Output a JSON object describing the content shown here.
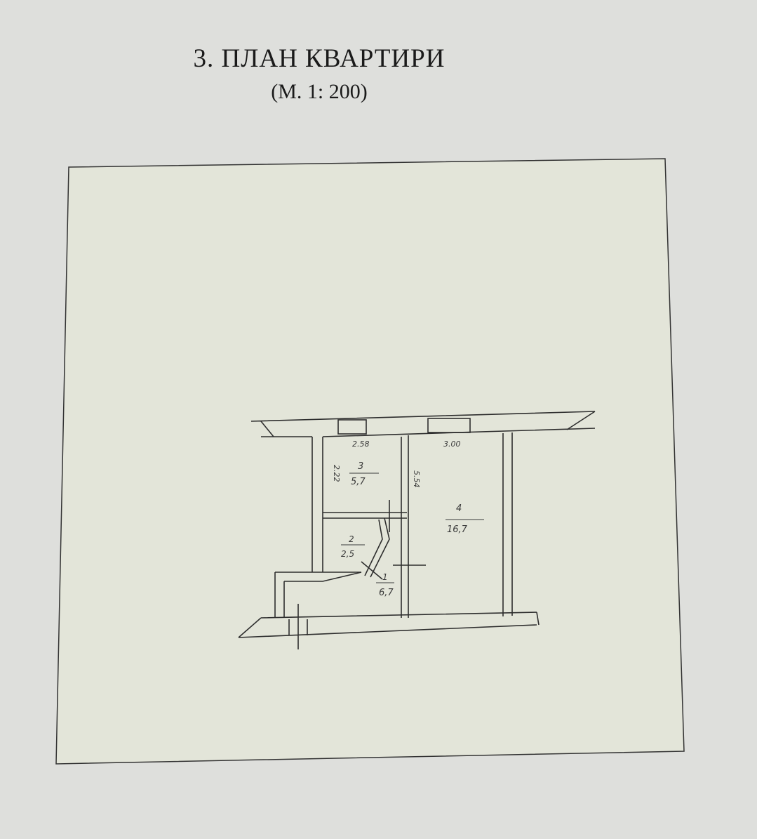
{
  "header": {
    "title": "3. ПЛАН КВАРТИРИ",
    "scale": "(М. 1: 200)"
  },
  "plan": {
    "rooms": [
      {
        "number": "1",
        "area": "6,7"
      },
      {
        "number": "2",
        "area": "2,5"
      },
      {
        "number": "3",
        "area": "5,7"
      },
      {
        "number": "4",
        "area": "16,7"
      }
    ],
    "dimensions": [
      "2.58",
      "3.00",
      "2.22",
      "5.54"
    ]
  },
  "colors": {
    "sheet": "#e3e5d9",
    "ink": "#2e2e2e"
  }
}
